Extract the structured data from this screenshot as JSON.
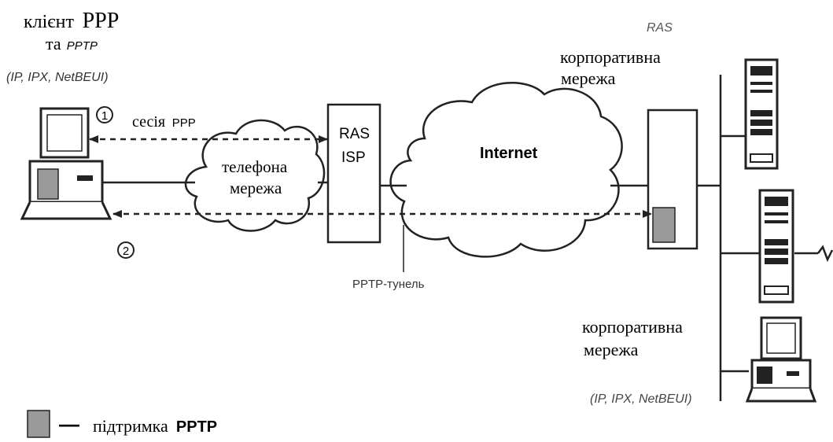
{
  "client": {
    "title_main": "клієнт",
    "title_proto": "PPP",
    "sub_prefix": "та",
    "sub_proto": "PPTP",
    "protocols": "(IP, IPX, NetBEUI)"
  },
  "steps": {
    "one": "1",
    "two": "2"
  },
  "session": {
    "label": "сесія",
    "proto": "PPP"
  },
  "phone_net": {
    "line1": "телефона",
    "line2": "мережа"
  },
  "ras_isp": {
    "line1": "RAS",
    "line2": "ISP"
  },
  "internet": {
    "label": "Internet"
  },
  "tunnel": {
    "label": "PPTP-тунель"
  },
  "corp_top": {
    "ras": "RAS",
    "line1": "корпоративна",
    "line2": "мережа"
  },
  "corp_bottom": {
    "line1": "корпоративна",
    "line2": "мережа",
    "protocols": "(IP, IPX, NetBEUI)"
  },
  "legend": {
    "dash": "—",
    "text": "підтримка",
    "proto": "PPTP"
  },
  "colors": {
    "pptp_support": "#9a9a9a",
    "line": "#222222",
    "bg": "#ffffff"
  }
}
